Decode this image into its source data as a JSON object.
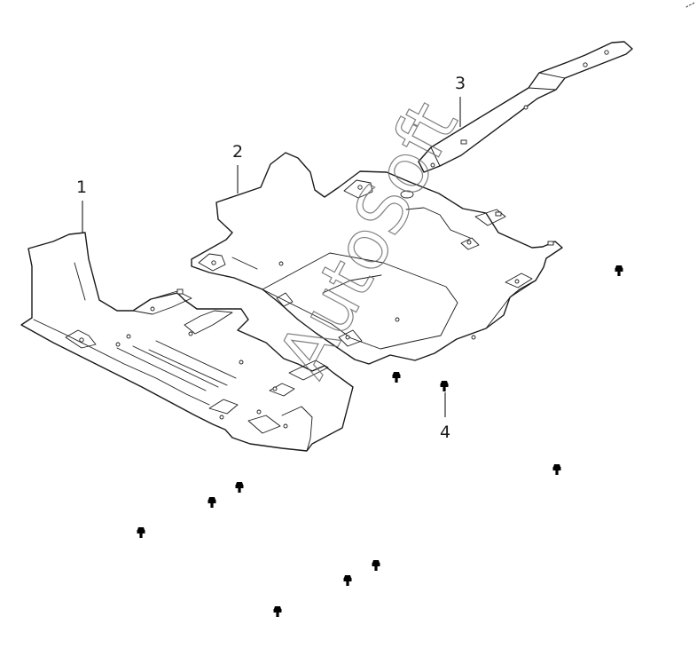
{
  "callouts": {
    "part_1": "1",
    "part_2": "2",
    "part_3": "3",
    "part_4": "4"
  },
  "watermark": "AutoSoft",
  "colors": {
    "line": "#1a1a1a",
    "background": "#ffffff",
    "watermark": "#6b6b6b"
  }
}
